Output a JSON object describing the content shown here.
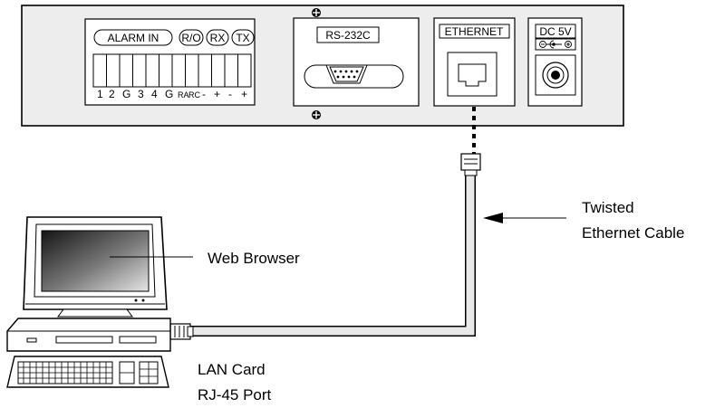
{
  "panel": {
    "alarm_in": "ALARM IN",
    "ro": "R/O",
    "rx": "RX",
    "tx": "TX",
    "terminals": [
      "1",
      "2",
      "G",
      "3",
      "4",
      "G",
      "RA",
      "RC",
      "-",
      "+",
      "-",
      "+"
    ],
    "rs232c": "RS-232C",
    "ethernet": "ETHERNET",
    "dc": "DC 5V"
  },
  "labels": {
    "web_browser": "Web Browser",
    "cable_line1": "Twisted",
    "cable_line2": "Ethernet Cable",
    "lan_line1": "LAN Card",
    "lan_line2": "RJ-45 Port"
  }
}
